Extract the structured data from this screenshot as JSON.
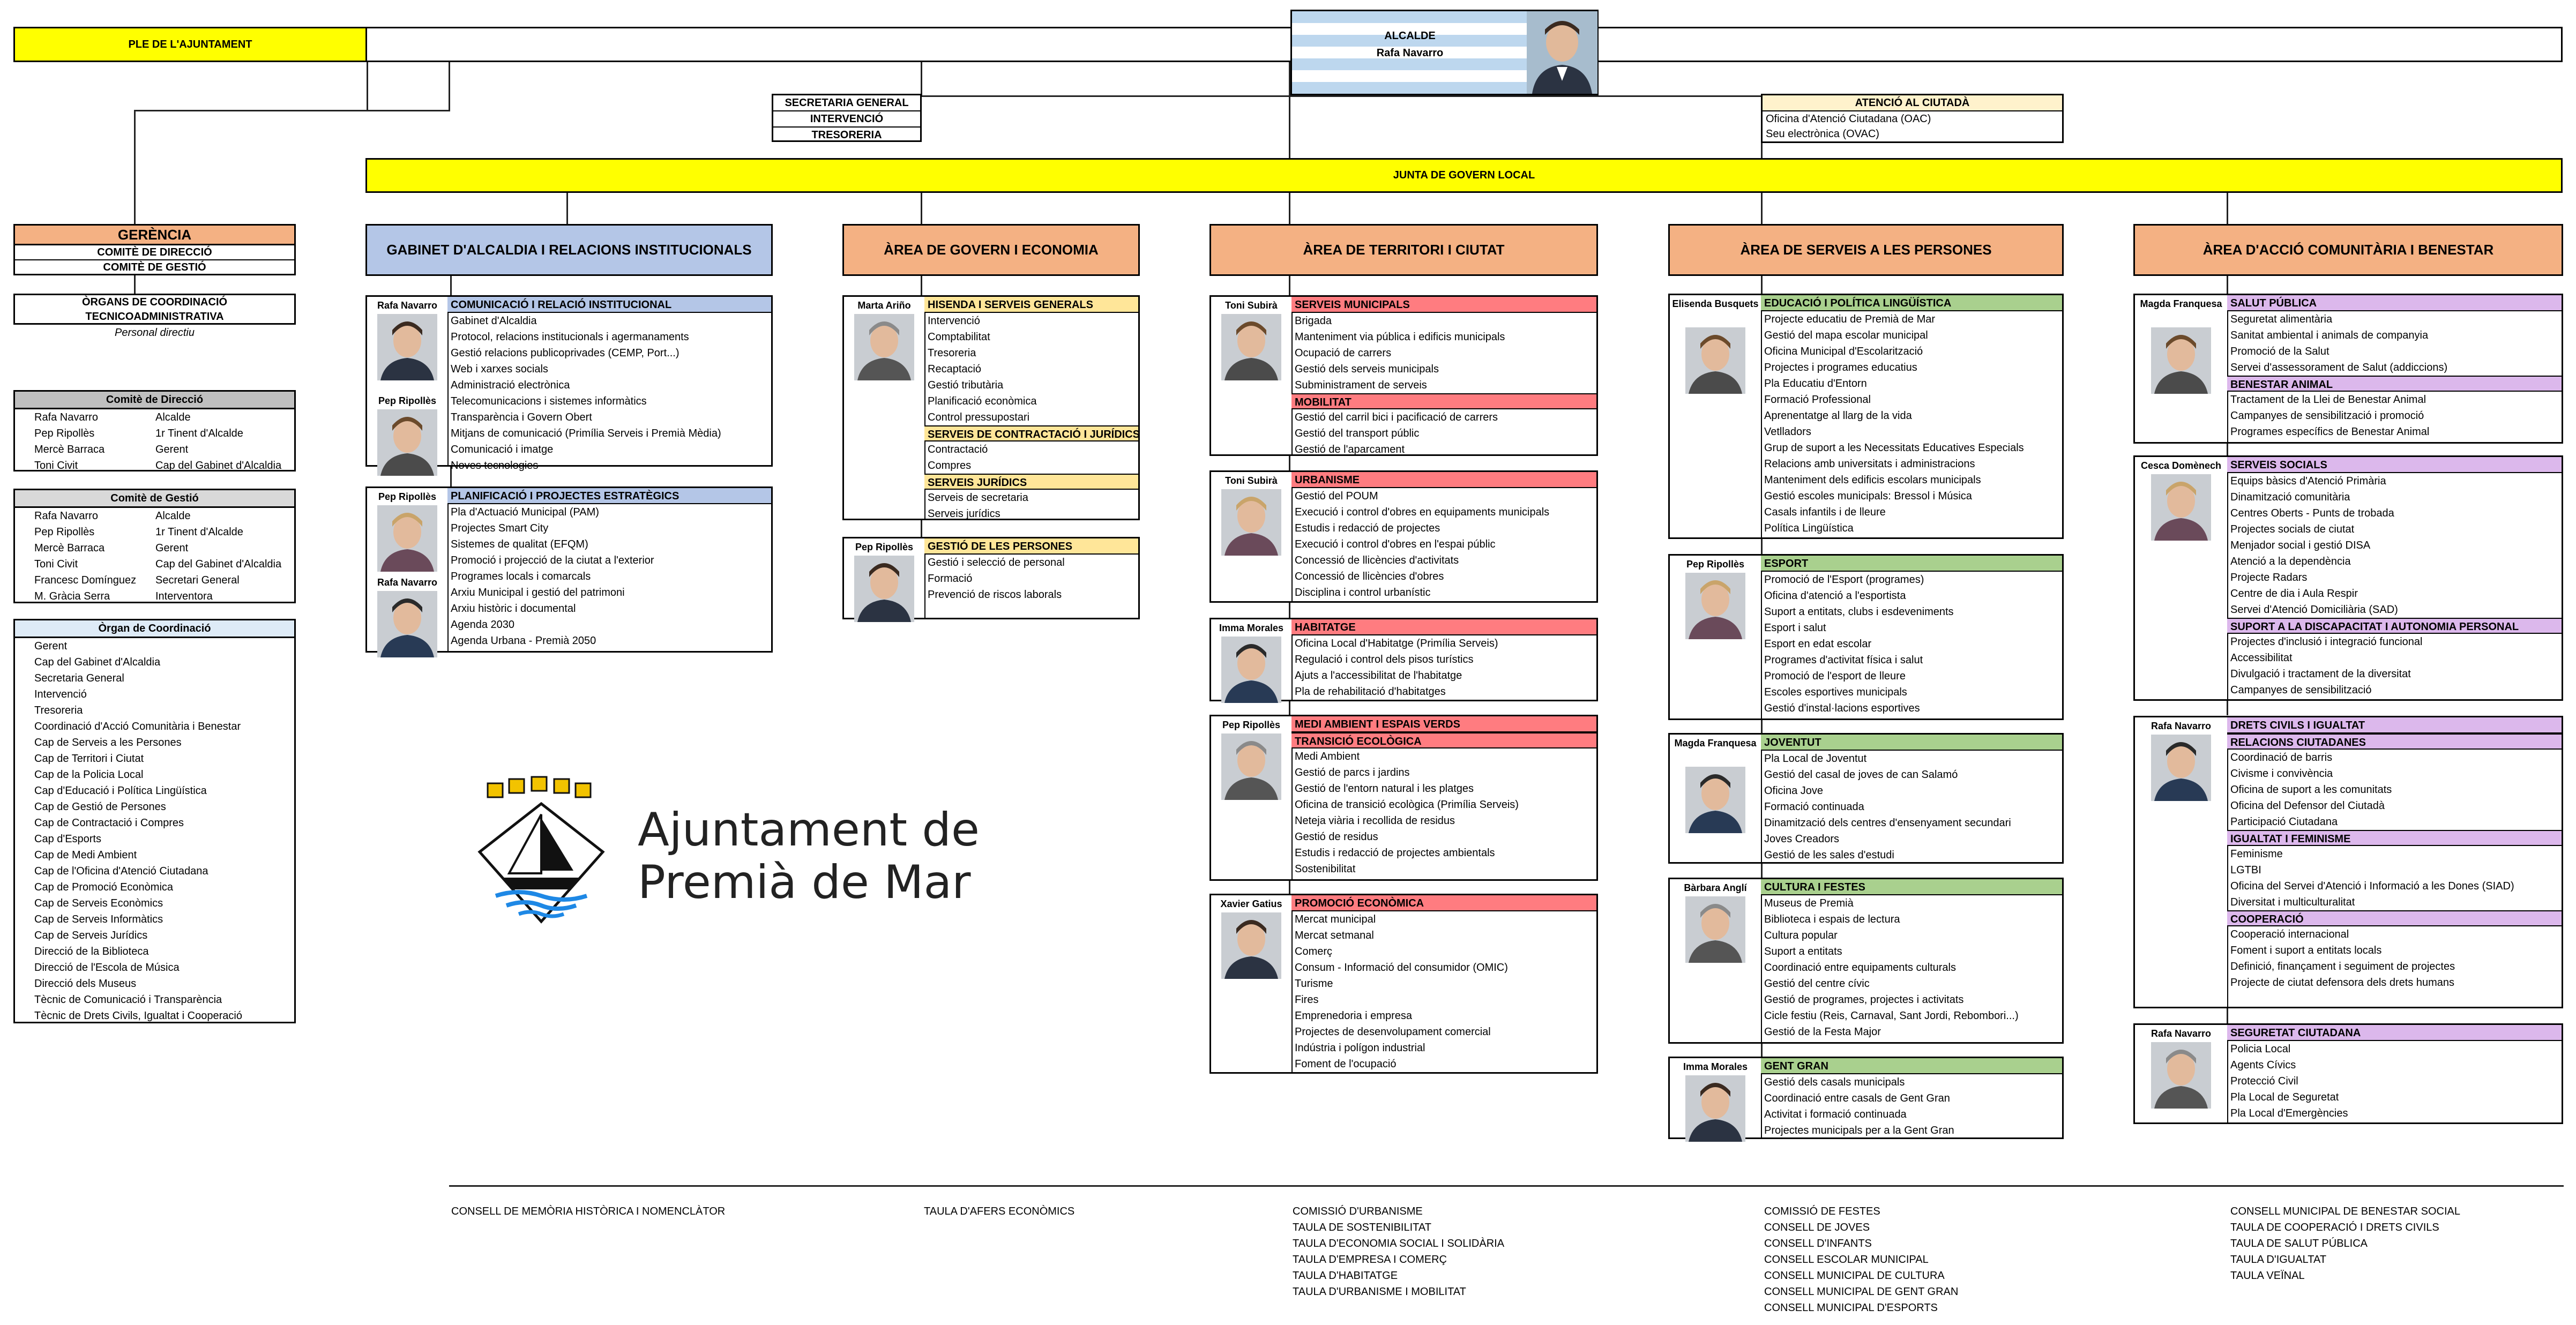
{
  "top": {
    "ple": "PLE DE L'AJUNTAMENT",
    "alcalde_title": "ALCALDE",
    "alcalde_name": "Rafa Navarro",
    "sec_items": [
      "SECRETARIA GENERAL",
      "INTERVENCIÓ",
      "TRESORERIA"
    ],
    "atencio_title": "ATENCIÓ AL CIUTADÀ",
    "atencio_items": [
      "Oficina d'Atenció Ciutadana (OAC)",
      "Seu electrònica (OVAC)"
    ],
    "junta": "JUNTA DE GOVERN LOCAL"
  },
  "left": {
    "gerencia": "GERÈNCIA",
    "comite_direccio_btn": "COMITÈ DE DIRECCIÓ",
    "comite_gestio_btn": "COMITÈ DE GESTIÓ",
    "organs": [
      "ÒRGANS DE COORDINACIÓ",
      "TECNICOADMINISTRATIVA"
    ],
    "personal": "Personal directiu",
    "cd_title": "Comitè de Direcció",
    "cd_rows": [
      [
        "Rafa Navarro",
        "Alcalde"
      ],
      [
        "Pep Ripollès",
        "1r Tinent d'Alcalde"
      ],
      [
        "Mercè Barraca",
        "Gerent"
      ],
      [
        "Toni Civit",
        "Cap del Gabinet d'Alcaldia"
      ]
    ],
    "cg_title": "Comitè de Gestió",
    "cg_rows": [
      [
        "Rafa Navarro",
        "Alcalde"
      ],
      [
        "Pep Ripollès",
        "1r Tinent d'Alcalde"
      ],
      [
        "Mercè Barraca",
        "Gerent"
      ],
      [
        "Toni Civit",
        "Cap del Gabinet d'Alcaldia"
      ],
      [
        "Francesc Domínguez",
        "Secretari General"
      ],
      [
        "M. Gràcia Serra",
        "Interventora"
      ]
    ],
    "oc_title": "Òrgan de Coordinació",
    "oc_items": [
      "Gerent",
      "Cap del Gabinet d'Alcaldia",
      "Secretaria General",
      "Intervenció",
      "Tresoreria",
      "Coordinació d'Acció Comunitària i Benestar",
      "Cap de Serveis a les Persones",
      "Cap de Territori i Ciutat",
      "Cap de la Policia Local",
      "Cap d'Educació i Política Lingüística",
      "Cap de Gestió de Persones",
      "Cap de Contractació i Compres",
      "Cap d'Esports",
      "Cap de Medi Ambient",
      "Cap de l'Oficina d'Atenció Ciutadana",
      "Cap de Promoció Econòmica",
      "Cap de Serveis Econòmics",
      "Cap de Serveis Informàtics",
      "Cap de Serveis Jurídics",
      "Direcció de la Biblioteca",
      "Direcció de l'Escola de Música",
      "Direcció dels Museus",
      "Tècnic de Comunicació i Transparència",
      "Tècnic de Drets Civils, Igualtat i Cooperació"
    ]
  },
  "areas": [
    {
      "title": "GABINET D'ALCALDIA I RELACIONS INSTITUCIONALS",
      "color": "#b4c6e7"
    },
    {
      "title": "ÀREA DE GOVERN I ECONOMIA",
      "color": "#f4b183"
    },
    {
      "title": "ÀREA DE TERRITORI I CIUTAT",
      "color": "#f4b183"
    },
    {
      "title": "ÀREA DE SERVEIS A LES PERSONES",
      "color": "#f4b183"
    },
    {
      "title": "ÀREA D'ACCIÓ COMUNITÀRIA I BENESTAR",
      "color": "#f4b183"
    }
  ],
  "cards": {
    "g1": {
      "people": [
        "Rafa Navarro",
        "Pep Ripollès"
      ],
      "lines": [
        [
          "s",
          "COMUNICACIÓ I RELACIÓ INSTITUCIONAL"
        ],
        [
          "i",
          "Gabinet d'Alcaldia"
        ],
        [
          "i",
          "Protocol, relacions institucionals i agermanaments"
        ],
        [
          "i",
          "Gestió relacions publicoprivades (CEMP, Port...)"
        ],
        [
          "i",
          "Web i xarxes socials"
        ],
        [
          "i",
          "Administració electrònica"
        ],
        [
          "i",
          "Telecomunicacions i sistemes informàtics"
        ],
        [
          "i",
          "Transparència i Govern Obert"
        ],
        [
          "i",
          "Mitjans de comunicació (Primília Serveis i Premià Mèdia)"
        ],
        [
          "i",
          "Comunicació i imatge"
        ],
        [
          "i",
          "Noves tecnologies"
        ]
      ]
    },
    "g2": {
      "people": [
        "Pep Ripollès",
        "Rafa Navarro"
      ],
      "lines": [
        [
          "s",
          "PLANIFICACIÓ I PROJECTES ESTRATÈGICS"
        ],
        [
          "i",
          "Pla d'Actuació Municipal (PAM)"
        ],
        [
          "i",
          "Projectes Smart City"
        ],
        [
          "i",
          "Sistemes de qualitat (EFQM)"
        ],
        [
          "i",
          "Promoció i projecció de la ciutat a l'exterior"
        ],
        [
          "i",
          "Programes locals i comarcals"
        ],
        [
          "i",
          "Arxiu Municipal i gestió del patrimoni"
        ],
        [
          "i",
          "Arxiu històric i documental"
        ],
        [
          "i",
          "Agenda 2030"
        ],
        [
          "i",
          "Agenda Urbana - Premià 2050"
        ]
      ]
    },
    "e1": {
      "people": [
        "Marta Ariño"
      ],
      "lines": [
        [
          "s",
          "HISENDA I SERVEIS GENERALS"
        ],
        [
          "i",
          "Intervenció"
        ],
        [
          "i",
          "Comptabilitat"
        ],
        [
          "i",
          "Tresoreria"
        ],
        [
          "i",
          "Recaptació"
        ],
        [
          "i",
          "Gestió tributària"
        ],
        [
          "i",
          "Planificació econòmica"
        ],
        [
          "i",
          "Control pressupostari"
        ],
        [
          "s",
          "SERVEIS DE CONTRACTACIÓ I JURÍDICS"
        ],
        [
          "i",
          "Contractació"
        ],
        [
          "i",
          "Compres"
        ],
        [
          "s",
          "SERVEIS JURÍDICS"
        ],
        [
          "i",
          "Serveis de secretaria"
        ],
        [
          "i",
          "Serveis jurídics"
        ]
      ]
    },
    "e2": {
      "people": [
        "Pep Ripollès"
      ],
      "lines": [
        [
          "s",
          "GESTIÓ DE LES PERSONES"
        ],
        [
          "i",
          "Gestió i selecció de personal"
        ],
        [
          "i",
          "Formació"
        ],
        [
          "i",
          "Prevenció de riscos laborals"
        ]
      ]
    },
    "t1": {
      "people": [
        "Toni Subirà"
      ],
      "lines": [
        [
          "s",
          "SERVEIS MUNICIPALS"
        ],
        [
          "i",
          "Brigada"
        ],
        [
          "i",
          "Manteniment via pública i edificis municipals"
        ],
        [
          "i",
          "Ocupació de carrers"
        ],
        [
          "i",
          "Gestió dels serveis municipals"
        ],
        [
          "i",
          "Subministrament de serveis"
        ],
        [
          "s",
          "MOBILITAT"
        ],
        [
          "i",
          "Gestió del carril bici i pacificació de carrers"
        ],
        [
          "i",
          "Gestió del transport públic"
        ],
        [
          "i",
          "Gestió de l'aparcament"
        ]
      ]
    },
    "t2": {
      "people": [
        "Toni Subirà"
      ],
      "lines": [
        [
          "s",
          "URBANISME"
        ],
        [
          "i",
          "Gestió del POUM"
        ],
        [
          "i",
          "Execució i control d'obres en equipaments municipals"
        ],
        [
          "i",
          "Estudis i redacció de projectes"
        ],
        [
          "i",
          "Execució i control d'obres en l'espai públic"
        ],
        [
          "i",
          "Concessió de llicències d'activitats"
        ],
        [
          "i",
          "Concessió de llicències d'obres"
        ],
        [
          "i",
          "Disciplina i control urbanístic"
        ]
      ]
    },
    "t3": {
      "people": [
        "Imma Morales"
      ],
      "lines": [
        [
          "s",
          "HABITATGE"
        ],
        [
          "i",
          "Oficina Local d'Habitatge (Primília Serveis)"
        ],
        [
          "i",
          "Regulació i control dels pisos turístics"
        ],
        [
          "i",
          "Ajuts a l'accessibilitat de l'habitatge"
        ],
        [
          "i",
          "Pla de rehabilitació d'habitatges"
        ]
      ]
    },
    "t4": {
      "people": [
        "Pep Ripollès"
      ],
      "lines": [
        [
          "s",
          "MEDI AMBIENT I ESPAIS VERDS"
        ],
        [
          "s",
          "TRANSICIÓ ECOLÒGICA"
        ],
        [
          "i",
          "Medi Ambient"
        ],
        [
          "i",
          "Gestió de parcs i jardins"
        ],
        [
          "i",
          "Gestió de l'entorn natural i les platges"
        ],
        [
          "i",
          "Oficina de transició ecològica (Primília Serveis)"
        ],
        [
          "i",
          "Neteja viària i recollida de residus"
        ],
        [
          "i",
          "Gestió de residus"
        ],
        [
          "i",
          "Estudis i redacció de projectes ambientals"
        ],
        [
          "i",
          "Sostenibilitat"
        ]
      ]
    },
    "t5": {
      "people": [
        "Xavier Gatius"
      ],
      "lines": [
        [
          "s",
          "PROMOCIÓ ECONÒMICA"
        ],
        [
          "i",
          "Mercat municipal"
        ],
        [
          "i",
          "Mercat setmanal"
        ],
        [
          "i",
          "Comerç"
        ],
        [
          "i",
          "Consum - Informació del consumidor (OMIC)"
        ],
        [
          "i",
          "Turisme"
        ],
        [
          "i",
          "Fires"
        ],
        [
          "i",
          "Emprenedoria i empresa"
        ],
        [
          "i",
          "Projectes de desenvolupament comercial"
        ],
        [
          "i",
          "Indústria i polígon industrial"
        ],
        [
          "i",
          "Foment de l'ocupació"
        ]
      ]
    },
    "p1": {
      "people": [
        "Elisenda Busquets"
      ],
      "lines": [
        [
          "s",
          "EDUCACIÓ I POLÍTICA LINGÜÍSTICA"
        ],
        [
          "i",
          "Projecte educatiu de Premià de Mar"
        ],
        [
          "i",
          "Gestió del mapa escolar municipal"
        ],
        [
          "i",
          "Oficina Municipal d'Escolarització"
        ],
        [
          "i",
          "Projectes i programes educatius"
        ],
        [
          "i",
          "Pla Educatiu d'Entorn"
        ],
        [
          "i",
          "Formació Professional"
        ],
        [
          "i",
          "Aprenentatge al llarg de la vida"
        ],
        [
          "i",
          "Vetlladors"
        ],
        [
          "i",
          "Grup de suport a les Necessitats Educatives Especials"
        ],
        [
          "i",
          "Relacions amb universitats i administracions"
        ],
        [
          "i",
          "Manteniment dels edificis escolars municipals"
        ],
        [
          "i",
          "Gestió escoles municipals: Bressol i Música"
        ],
        [
          "i",
          "Casals infantils i de lleure"
        ],
        [
          "i",
          "Política Lingüística"
        ]
      ]
    },
    "p2": {
      "people": [
        "Pep Ripollès"
      ],
      "lines": [
        [
          "s",
          "ESPORT"
        ],
        [
          "i",
          "Promoció de l'Esport (programes)"
        ],
        [
          "i",
          "Oficina d'atenció a l'esportista"
        ],
        [
          "i",
          "Suport a entitats, clubs i esdeveniments"
        ],
        [
          "i",
          "Esport i salut"
        ],
        [
          "i",
          "Esport en edat escolar"
        ],
        [
          "i",
          "Programes d'activitat física i salut"
        ],
        [
          "i",
          "Promoció de l'esport de lleure"
        ],
        [
          "i",
          "Escoles esportives municipals"
        ],
        [
          "i",
          "Gestió d'instal·lacions esportives"
        ]
      ]
    },
    "p3": {
      "people": [
        "Magda Franquesa"
      ],
      "lines": [
        [
          "s",
          "JOVENTUT"
        ],
        [
          "i",
          "Pla Local de Joventut"
        ],
        [
          "i",
          "Gestió del casal de joves de can Salamó"
        ],
        [
          "i",
          "Oficina Jove"
        ],
        [
          "i",
          "Formació continuada"
        ],
        [
          "i",
          "Dinamització dels centres d'ensenyament secundari"
        ],
        [
          "i",
          "Joves Creadors"
        ],
        [
          "i",
          "Gestió de les sales d'estudi"
        ]
      ]
    },
    "p4": {
      "people": [
        "Bàrbara Anglí"
      ],
      "lines": [
        [
          "s",
          "CULTURA I FESTES"
        ],
        [
          "i",
          "Museus de Premià"
        ],
        [
          "i",
          "Biblioteca i espais de lectura"
        ],
        [
          "i",
          "Cultura popular"
        ],
        [
          "i",
          "Suport a entitats"
        ],
        [
          "i",
          "Coordinació entre equipaments culturals"
        ],
        [
          "i",
          "Gestió del centre cívic"
        ],
        [
          "i",
          "Gestió de programes, projectes i activitats"
        ],
        [
          "i",
          "Cicle festiu (Reis, Carnaval, Sant Jordi, Rebombori...)"
        ],
        [
          "i",
          "Gestió de la Festa Major"
        ]
      ]
    },
    "p5": {
      "people": [
        "Imma Morales"
      ],
      "lines": [
        [
          "s",
          "GENT GRAN"
        ],
        [
          "i",
          "Gestió dels casals municipals"
        ],
        [
          "i",
          "Coordinació entre casals de Gent Gran"
        ],
        [
          "i",
          "Activitat i formació continuada"
        ],
        [
          "i",
          "Projectes municipals per a la Gent Gran"
        ]
      ]
    },
    "a1": {
      "people": [
        "Magda Franquesa"
      ],
      "lines": [
        [
          "s",
          "SALUT PÚBLICA"
        ],
        [
          "i",
          "Seguretat alimentària"
        ],
        [
          "i",
          "Sanitat ambiental i animals de companyia"
        ],
        [
          "i",
          "Promoció de la Salut"
        ],
        [
          "i",
          "Servei d'assessorament de Salut (addiccions)"
        ],
        [
          "s",
          "BENESTAR ANIMAL"
        ],
        [
          "i",
          "Tractament de la Llei de Benestar Animal"
        ],
        [
          "i",
          "Campanyes de sensibilització i promoció"
        ],
        [
          "i",
          "Programes específics de Benestar Animal"
        ]
      ]
    },
    "a2": {
      "people": [
        "Cesca Domènech"
      ],
      "lines": [
        [
          "s",
          "SERVEIS SOCIALS"
        ],
        [
          "i",
          "Equips bàsics d'Atenció Primària"
        ],
        [
          "i",
          "Dinamització comunitària"
        ],
        [
          "i",
          "Centres Oberts - Punts de trobada"
        ],
        [
          "i",
          "Projectes socials de ciutat"
        ],
        [
          "i",
          "Menjador social i gestió DISA"
        ],
        [
          "i",
          "Atenció a la dependència"
        ],
        [
          "i",
          "Projecte Radars"
        ],
        [
          "i",
          "Centre de dia i Aula Respir"
        ],
        [
          "i",
          "Servei d'Atenció Domiciliària (SAD)"
        ],
        [
          "s",
          "SUPORT A LA DISCAPACITAT I AUTONOMIA PERSONAL"
        ],
        [
          "i",
          "Projectes d'inclusió i integració funcional"
        ],
        [
          "i",
          "Accessibilitat"
        ],
        [
          "i",
          "Divulgació i tractament de la diversitat"
        ],
        [
          "i",
          "Campanyes de sensibilització"
        ]
      ]
    },
    "a3": {
      "people": [
        "Rafa Navarro"
      ],
      "lines": [
        [
          "s",
          "DRETS CIVILS I IGUALTAT"
        ],
        [
          "s",
          "RELACIONS CIUTADANES"
        ],
        [
          "i",
          "Coordinació de barris"
        ],
        [
          "i",
          "Civisme i convivència"
        ],
        [
          "i",
          "Oficina de suport a les comunitats"
        ],
        [
          "i",
          "Oficina del Defensor del Ciutadà"
        ],
        [
          "i",
          "Participació Ciutadana"
        ],
        [
          "s",
          "IGUALTAT I FEMINISME"
        ],
        [
          "i",
          "Feminisme"
        ],
        [
          "i",
          "LGTBI"
        ],
        [
          "i",
          "Oficina del Servei d'Atenció i Informació a les Dones (SIAD)"
        ],
        [
          "i",
          "Diversitat i multiculturalitat"
        ],
        [
          "s",
          "COOPERACIÓ"
        ],
        [
          "i",
          "Cooperació internacional"
        ],
        [
          "i",
          "Foment i suport a entitats locals"
        ],
        [
          "i",
          "Definició, finançament i seguiment de projectes"
        ],
        [
          "i",
          "Projecte de ciutat defensora dels drets humans"
        ]
      ]
    },
    "a4": {
      "people": [
        "Rafa Navarro"
      ],
      "lines": [
        [
          "s",
          "SEGURETAT CIUTADANA"
        ],
        [
          "i",
          "Policia Local"
        ],
        [
          "i",
          "Agents Cívics"
        ],
        [
          "i",
          "Protecció Civil"
        ],
        [
          "i",
          "Pla Local de Seguretat"
        ],
        [
          "i",
          "Pla Local d'Emergències"
        ]
      ]
    }
  },
  "logo": {
    "line1": "Ajuntament de",
    "line2": "Premià de Mar"
  },
  "bottom": {
    "c1": [
      "CONSELL DE MEMÒRIA HISTÒRICA I NOMENCLÀTOR"
    ],
    "c2": [
      "TAULA D'AFERS ECONÒMICS"
    ],
    "c3": [
      "COMISSIÓ D'URBANISME",
      "TAULA DE SOSTENIBILITAT",
      "TAULA D'ECONOMIA SOCIAL I SOLIDÀRIA",
      "TAULA D'EMPRESA I COMERÇ",
      "TAULA D'HABITATGE",
      "TAULA D'URBANISME I MOBILITAT"
    ],
    "c4": [
      "COMISSIÓ DE FESTES",
      "CONSELL DE JOVES",
      "CONSELL D'INFANTS",
      "CONSELL ESCOLAR MUNICIPAL",
      "CONSELL MUNICIPAL DE CULTURA",
      "CONSELL MUNICIPAL DE GENT GRAN",
      "CONSELL MUNICIPAL D'ESPORTS"
    ],
    "c5": [
      "CONSELL MUNICIPAL DE BENESTAR SOCIAL",
      "TAULA DE COOPERACIÓ I DRETS CIVILS",
      "TAULA DE SALUT PÚBLICA",
      "TAULA D'IGUALTAT",
      "TAULA VEÏNAL"
    ]
  },
  "colors": {
    "yellow": "#ffff00",
    "blue_head": "#b4c6e7",
    "orange": "#f4b183",
    "sec_red": "#ff7c80",
    "sec_yellow": "#ffe699",
    "sec_green": "#a9d08e",
    "sec_purple": "#dcb8ec",
    "sec_blue": "#b4c6e7",
    "alcalde_blue": "#bdd7ee"
  }
}
